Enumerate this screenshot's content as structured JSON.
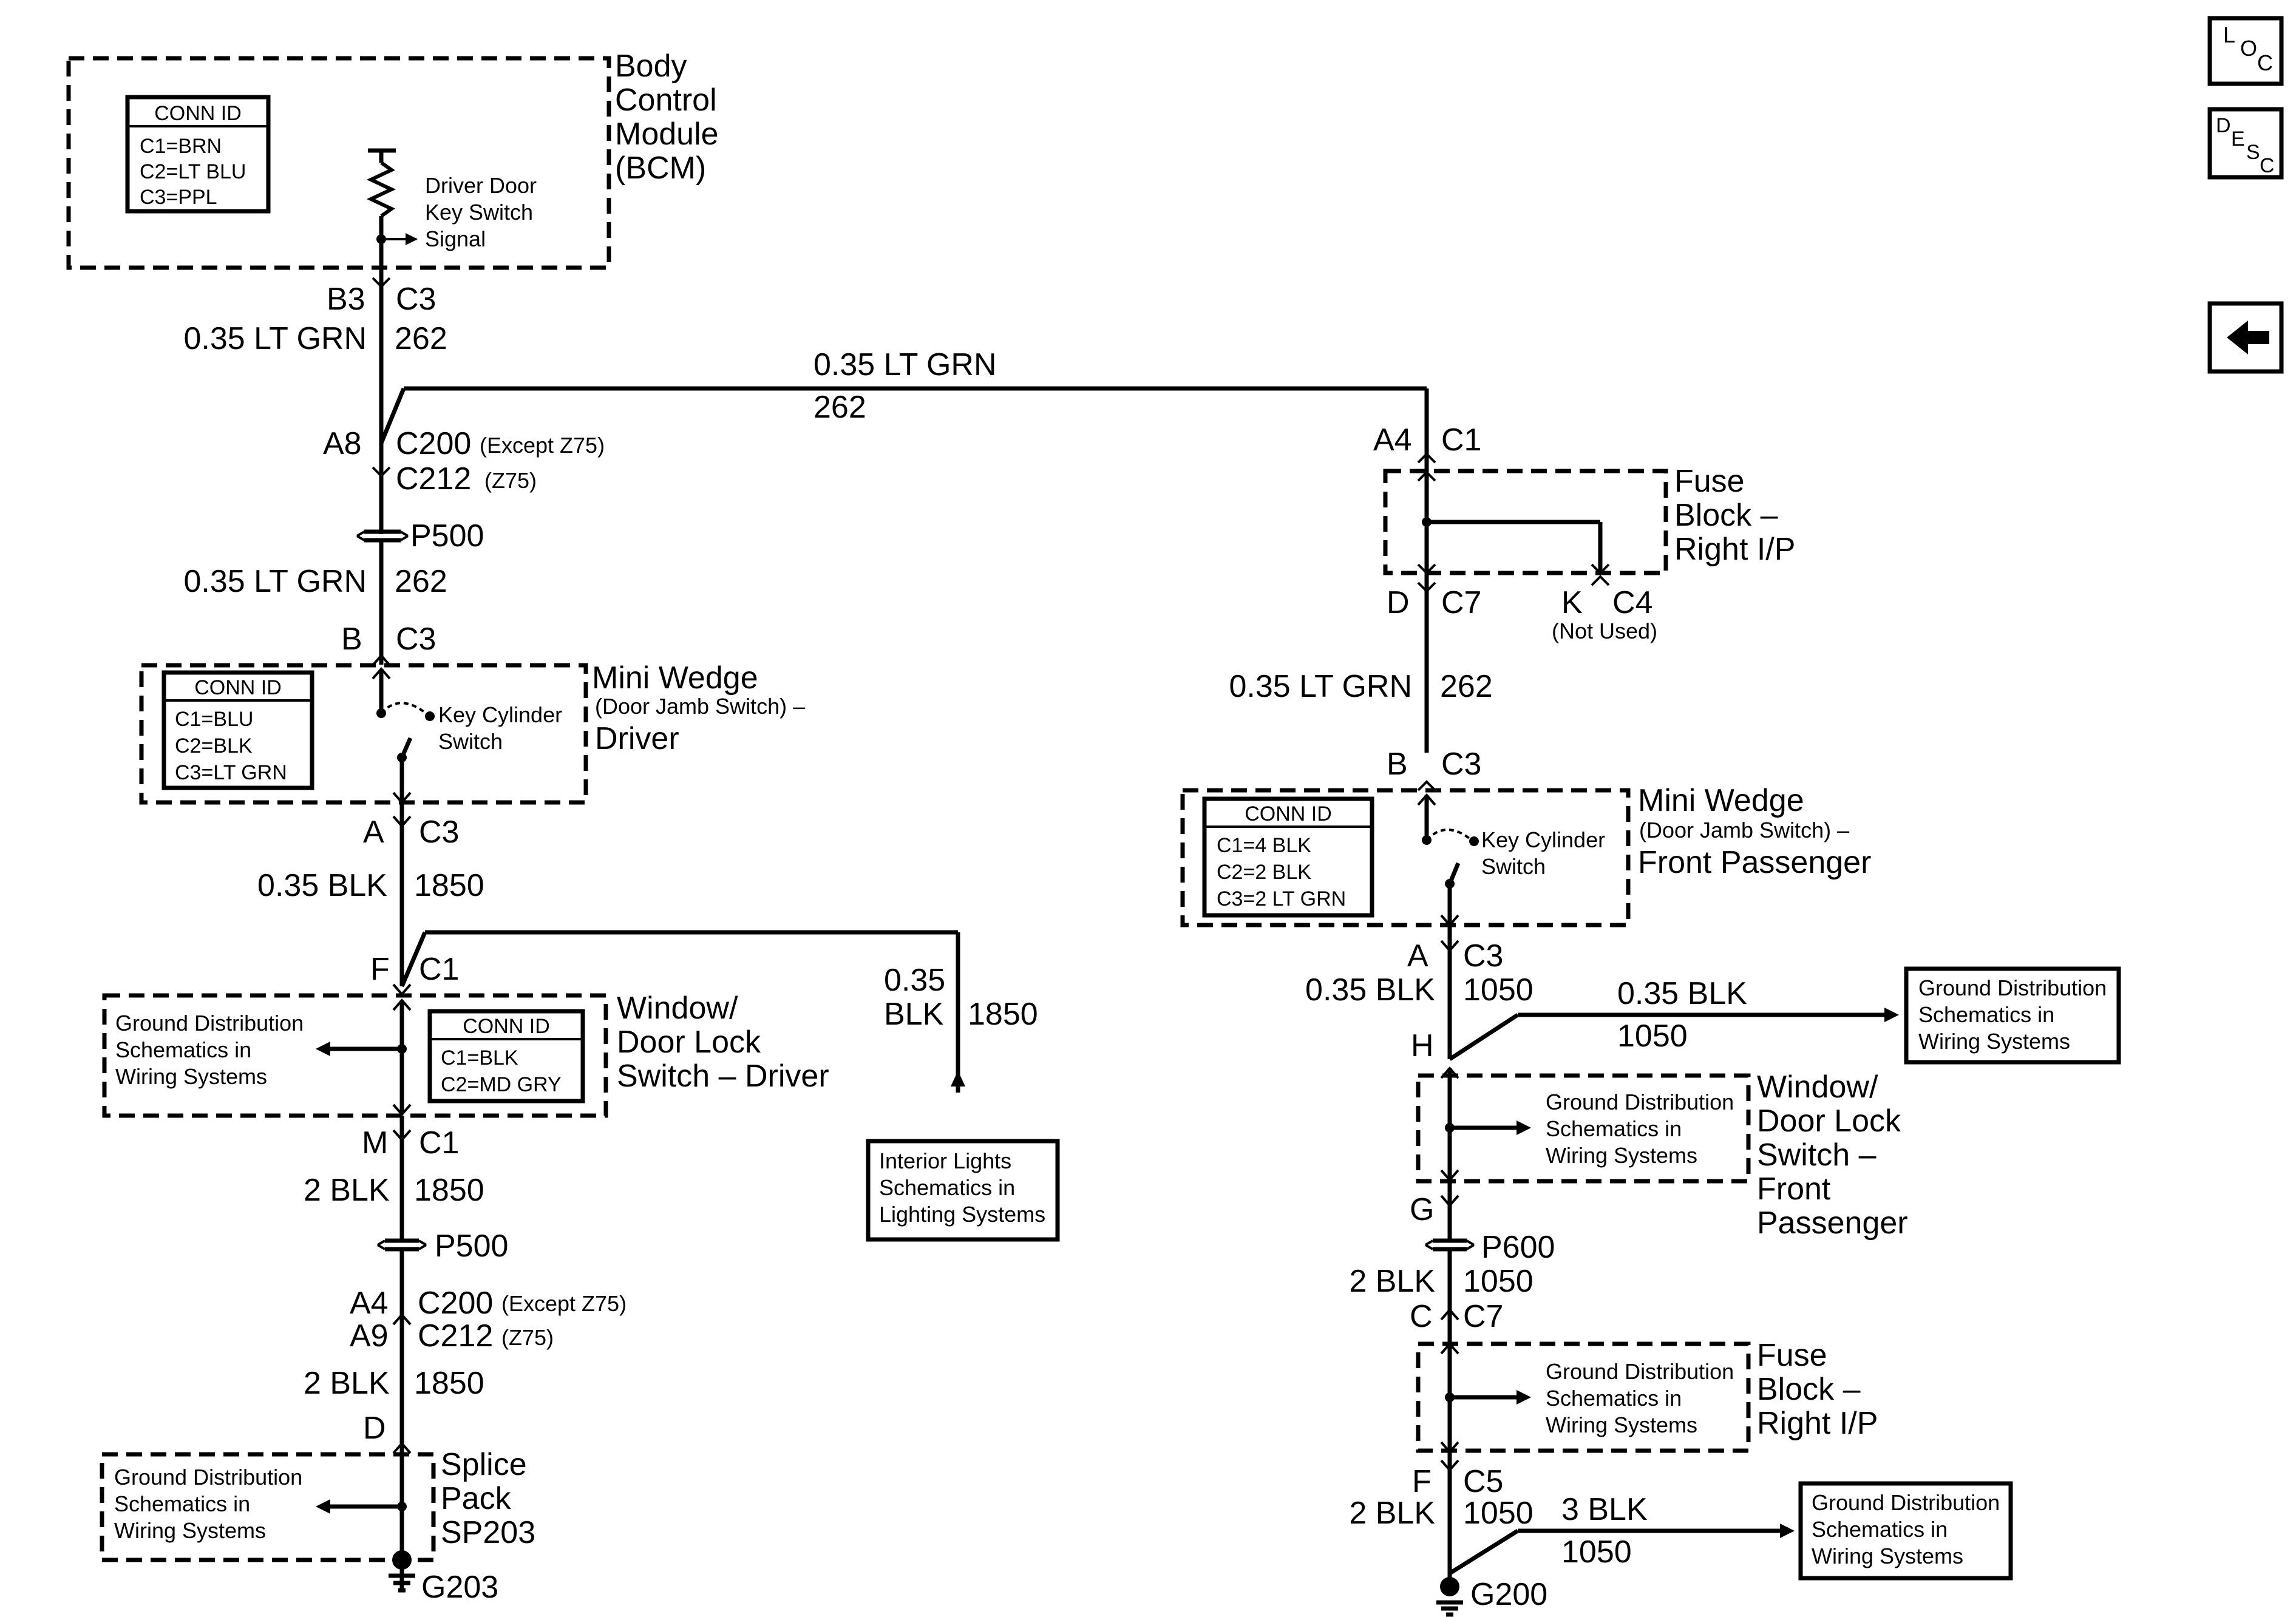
{
  "nav": {
    "loc": [
      "L",
      "O",
      "C"
    ],
    "desc": [
      "D",
      "E",
      "S",
      "C"
    ],
    "back_icon": "left-arrow-icon"
  },
  "bcm": {
    "title": [
      "Body",
      "Control",
      "Module",
      "(BCM)"
    ],
    "conn_id": {
      "header": "CONN ID",
      "lines": [
        "C1=BRN",
        "C2=LT BLU",
        "C3=PPL"
      ]
    },
    "signal": [
      "Driver Door",
      "Key Switch",
      "Signal"
    ]
  },
  "left": {
    "b3": "B3",
    "c3a": "C3",
    "wire1": "0.35 LT GRN",
    "circ1": "262",
    "a8": "A8",
    "c200": "C200",
    "except": "(Except Z75)",
    "c212": "C212",
    "z75": "(Z75)",
    "p500a": "P500",
    "wire2": "0.35 LT GRN",
    "circ2": "262",
    "b": "B",
    "c3b": "C3",
    "mini_title": [
      "Mini Wedge",
      "(Door Jamb Switch) –",
      "Driver"
    ],
    "mini_conn": {
      "header": "CONN ID",
      "lines": [
        "C1=BLU",
        "C2=BLK",
        "C3=LT GRN"
      ]
    },
    "key_cyl": [
      "Key Cylinder",
      "Switch"
    ],
    "a": "A",
    "c3c": "C3",
    "wire3": "0.35 BLK",
    "circ3": "1850",
    "f": "F",
    "c1a": "C1",
    "gnd1": [
      "Ground Distribution",
      "Schematics in",
      "Wiring Systems"
    ],
    "win_conn": {
      "header": "CONN ID",
      "lines": [
        "C1=BLK",
        "C2=MD GRY"
      ]
    },
    "win_title": [
      "Window/",
      "Door Lock",
      "Switch – Driver"
    ],
    "m": "M",
    "c1b": "C1",
    "wire4": "2 BLK",
    "circ4": "1850",
    "p500b": "P500",
    "a4": "A4",
    "c200b": "C200",
    "except2": "(Except Z75)",
    "a9": "A9",
    "c212b": "C212",
    "z75b": "(Z75)",
    "wire5": "2 BLK",
    "circ5": "1850",
    "d": "D",
    "gnd2": [
      "Ground Distribution",
      "Schematics in",
      "Wiring Systems"
    ],
    "splice": [
      "Splice",
      "Pack",
      "SP203"
    ],
    "g203": "G203",
    "branch_wire": [
      "0.35",
      "BLK"
    ],
    "branch_circ": "1850",
    "interior": [
      "Interior Lights",
      "Schematics in",
      "Lighting Systems"
    ]
  },
  "top": {
    "wire": "0.35 LT GRN",
    "circ": "262"
  },
  "right": {
    "a4": "A4",
    "c1": "C1",
    "fuse_title": [
      "Fuse",
      "Block –",
      "Right I/P"
    ],
    "d": "D",
    "c7": "C7",
    "k": "K",
    "c4": "C4",
    "not_used": "(Not Used)",
    "wire1": "0.35 LT GRN",
    "circ1": "262",
    "b": "B",
    "c3": "C3",
    "mini_conn": {
      "header": "CONN ID",
      "lines": [
        "C1=4 BLK",
        "C2=2 BLK",
        "C3=2 LT GRN"
      ]
    },
    "key_cyl": [
      "Key Cylinder",
      "Switch"
    ],
    "mini_title": [
      "Mini Wedge",
      "(Door Jamb Switch) –",
      "Front Passenger"
    ],
    "a": "A",
    "c3b": "C3",
    "wire2": "0.35 BLK",
    "circ2": "1050",
    "branch_wire": "0.35 BLK",
    "branch_circ": "1050",
    "gnd_box1": [
      "Ground Distribution",
      "Schematics in",
      "Wiring Systems"
    ],
    "h": "H",
    "gnd2": [
      "Ground Distribution",
      "Schematics in",
      "Wiring Systems"
    ],
    "win_title": [
      "Window/",
      "Door Lock",
      "Switch –",
      "Front",
      "Passenger"
    ],
    "g": "G",
    "p600": "P600",
    "wire3": "2 BLK",
    "circ3": "1050",
    "c": "C",
    "c7b": "C7",
    "gnd3": [
      "Ground Distribution",
      "Schematics in",
      "Wiring Systems"
    ],
    "fuse2_title": [
      "Fuse",
      "Block –",
      "Right I/P"
    ],
    "f": "F",
    "c5": "C5",
    "wire4": "2 BLK",
    "circ4": "1050",
    "branch2_wire": "3 BLK",
    "branch2_circ": "1050",
    "gnd_box2": [
      "Ground Distribution",
      "Schematics in",
      "Wiring Systems"
    ],
    "g200": "G200"
  }
}
